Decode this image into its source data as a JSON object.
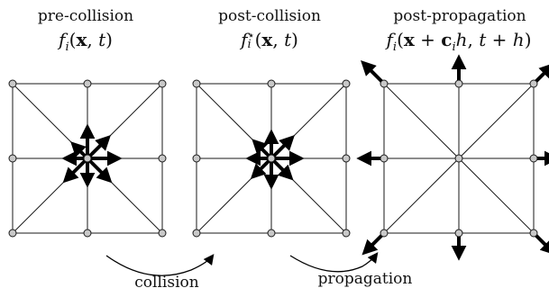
{
  "panels": [
    {
      "title": "pre-collision"
    },
    {
      "title": "post-collision"
    },
    {
      "title": "post-propagation"
    }
  ],
  "steps": {
    "collision": "collision",
    "propagation": "propagation"
  },
  "colors": {
    "line": "#1a1a1a",
    "node_fill": "#c8c8c8",
    "arrow": "#000000",
    "background": "#ffffff"
  }
}
